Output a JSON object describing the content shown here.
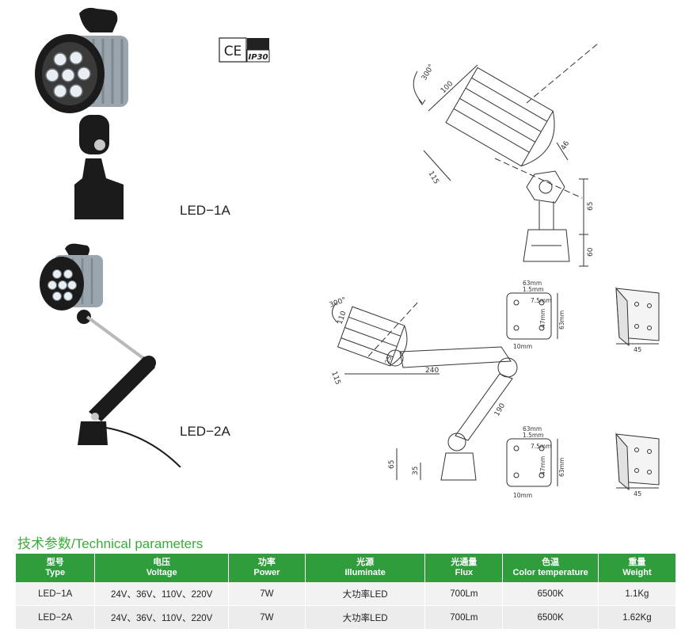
{
  "products": [
    {
      "label": "LED−1A"
    },
    {
      "label": "LED−2A"
    }
  ],
  "certifications": {
    "ce": "CE",
    "ip": "IP30"
  },
  "drawing_1a": {
    "rotation": "300°",
    "dims": [
      "100",
      "46",
      "115",
      "65",
      "60"
    ]
  },
  "drawing_2a": {
    "rotation": "300°",
    "dims": [
      "110",
      "115",
      "25",
      "240",
      "190",
      "65",
      "35"
    ]
  },
  "bracket_top": {
    "width": "63mm",
    "offset": "1.5mm",
    "hole": "7.5mm",
    "spacing": "47mm",
    "height": "63mm",
    "edge": "10mm",
    "side": "45"
  },
  "bracket_bottom": {
    "width": "63mm",
    "offset": "1.5mm",
    "hole": "7.5mm",
    "spacing": "47mm",
    "height": "63mm",
    "edge": "10mm",
    "side": "45"
  },
  "section_title": "技术参数/Technical parameters",
  "table": {
    "headers": [
      {
        "cn": "型号",
        "en": "Type"
      },
      {
        "cn": "电压",
        "en": "Voltage"
      },
      {
        "cn": "功率",
        "en": "Power"
      },
      {
        "cn": "光源",
        "en": "Illuminate"
      },
      {
        "cn": "光通量",
        "en": "Flux"
      },
      {
        "cn": "色温",
        "en": "Color temperature"
      },
      {
        "cn": "重量",
        "en": "Weight"
      }
    ],
    "rows": [
      [
        "LED−1A",
        "24V、36V、110V、220V",
        "7W",
        "大功率LED",
        "700Lm",
        "6500K",
        "1.1Kg"
      ],
      [
        "LED−2A",
        "24V、36V、110V、220V",
        "7W",
        "大功率LED",
        "700Lm",
        "6500K",
        "1.62Kg"
      ]
    ]
  },
  "colors": {
    "header_green": "#2f9d3c",
    "title_green": "#3cab3c",
    "lamp_body": "#9aa5ad",
    "lamp_black": "#1b1b1b"
  }
}
